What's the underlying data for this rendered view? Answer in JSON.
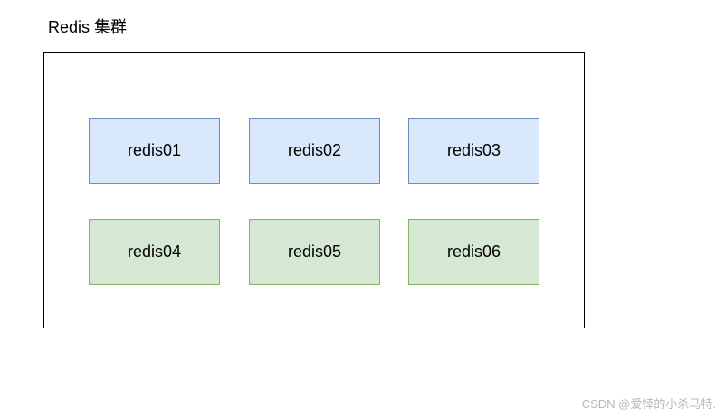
{
  "diagram": {
    "title": "Redis 集群",
    "nodes": [
      {
        "label": "redis01",
        "color": "#dae8fc",
        "border": "#6c8ebf"
      },
      {
        "label": "redis02",
        "color": "#dae8fc",
        "border": "#6c8ebf"
      },
      {
        "label": "redis03",
        "color": "#dae8fc",
        "border": "#6c8ebf"
      },
      {
        "label": "redis04",
        "color": "#d5e8d4",
        "border": "#82b366"
      },
      {
        "label": "redis05",
        "color": "#d5e8d4",
        "border": "#82b366"
      },
      {
        "label": "redis06",
        "color": "#d5e8d4",
        "border": "#82b366"
      }
    ]
  },
  "watermark": "CSDN @爱悻的小杀马特."
}
